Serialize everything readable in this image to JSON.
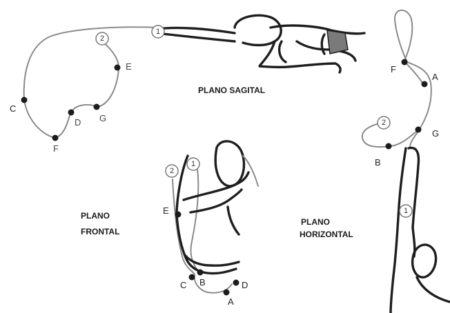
{
  "planes": {
    "sagital": "PLANO SAGITAL",
    "frontal": [
      "PLANO",
      "FRONTAL"
    ],
    "horizontal": [
      "PLANO",
      "HORIZONTAL"
    ]
  },
  "sagital_points": [
    "C",
    "F",
    "D",
    "G",
    "E"
  ],
  "sagital_circles": [
    "2",
    "1"
  ],
  "frontal_points": [
    "E",
    "C",
    "B",
    "A",
    "D"
  ],
  "frontal_circles": [
    "2",
    "1"
  ],
  "horizontal_points": [
    "F",
    "A",
    "G",
    "B"
  ],
  "horizontal_circles": [
    "2",
    "1"
  ]
}
